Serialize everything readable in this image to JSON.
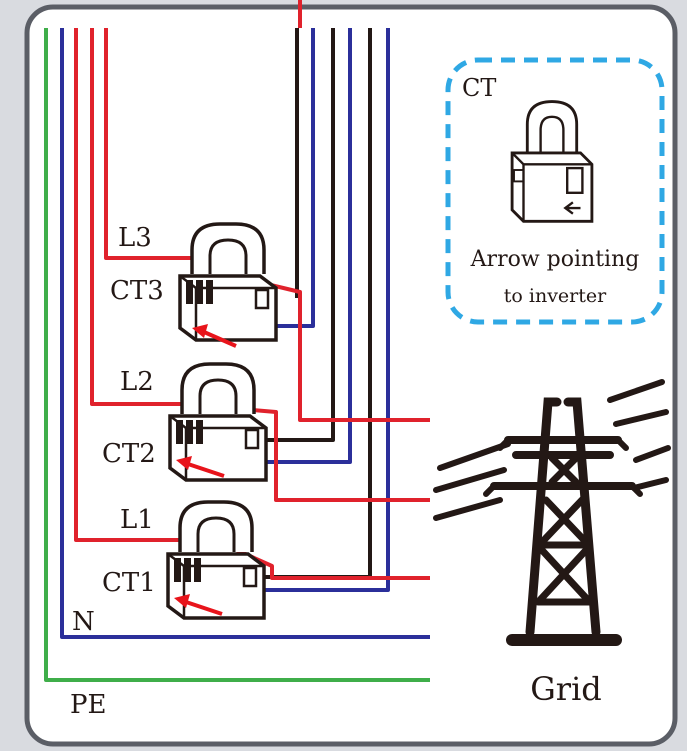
{
  "labels": {
    "l3": "L3",
    "ct3": "CT3",
    "l2": "L2",
    "ct2": "CT2",
    "l1": "L1",
    "ct1": "CT1",
    "n": "N",
    "pe": "PE",
    "grid": "Grid"
  },
  "inset": {
    "title": "CT",
    "caption_line1": "Arrow pointing",
    "caption_line2": "to inverter"
  },
  "colors": {
    "line": "#e0222c",
    "neutral": "#2b2f9a",
    "earth": "#3fae4a",
    "black": "#231815",
    "highlight_border": "#2fa8e4",
    "arrow": "#e8141b"
  },
  "icons": {
    "tower": "transmission-tower-icon",
    "clamp": "split-core-ct-clamp-icon"
  }
}
